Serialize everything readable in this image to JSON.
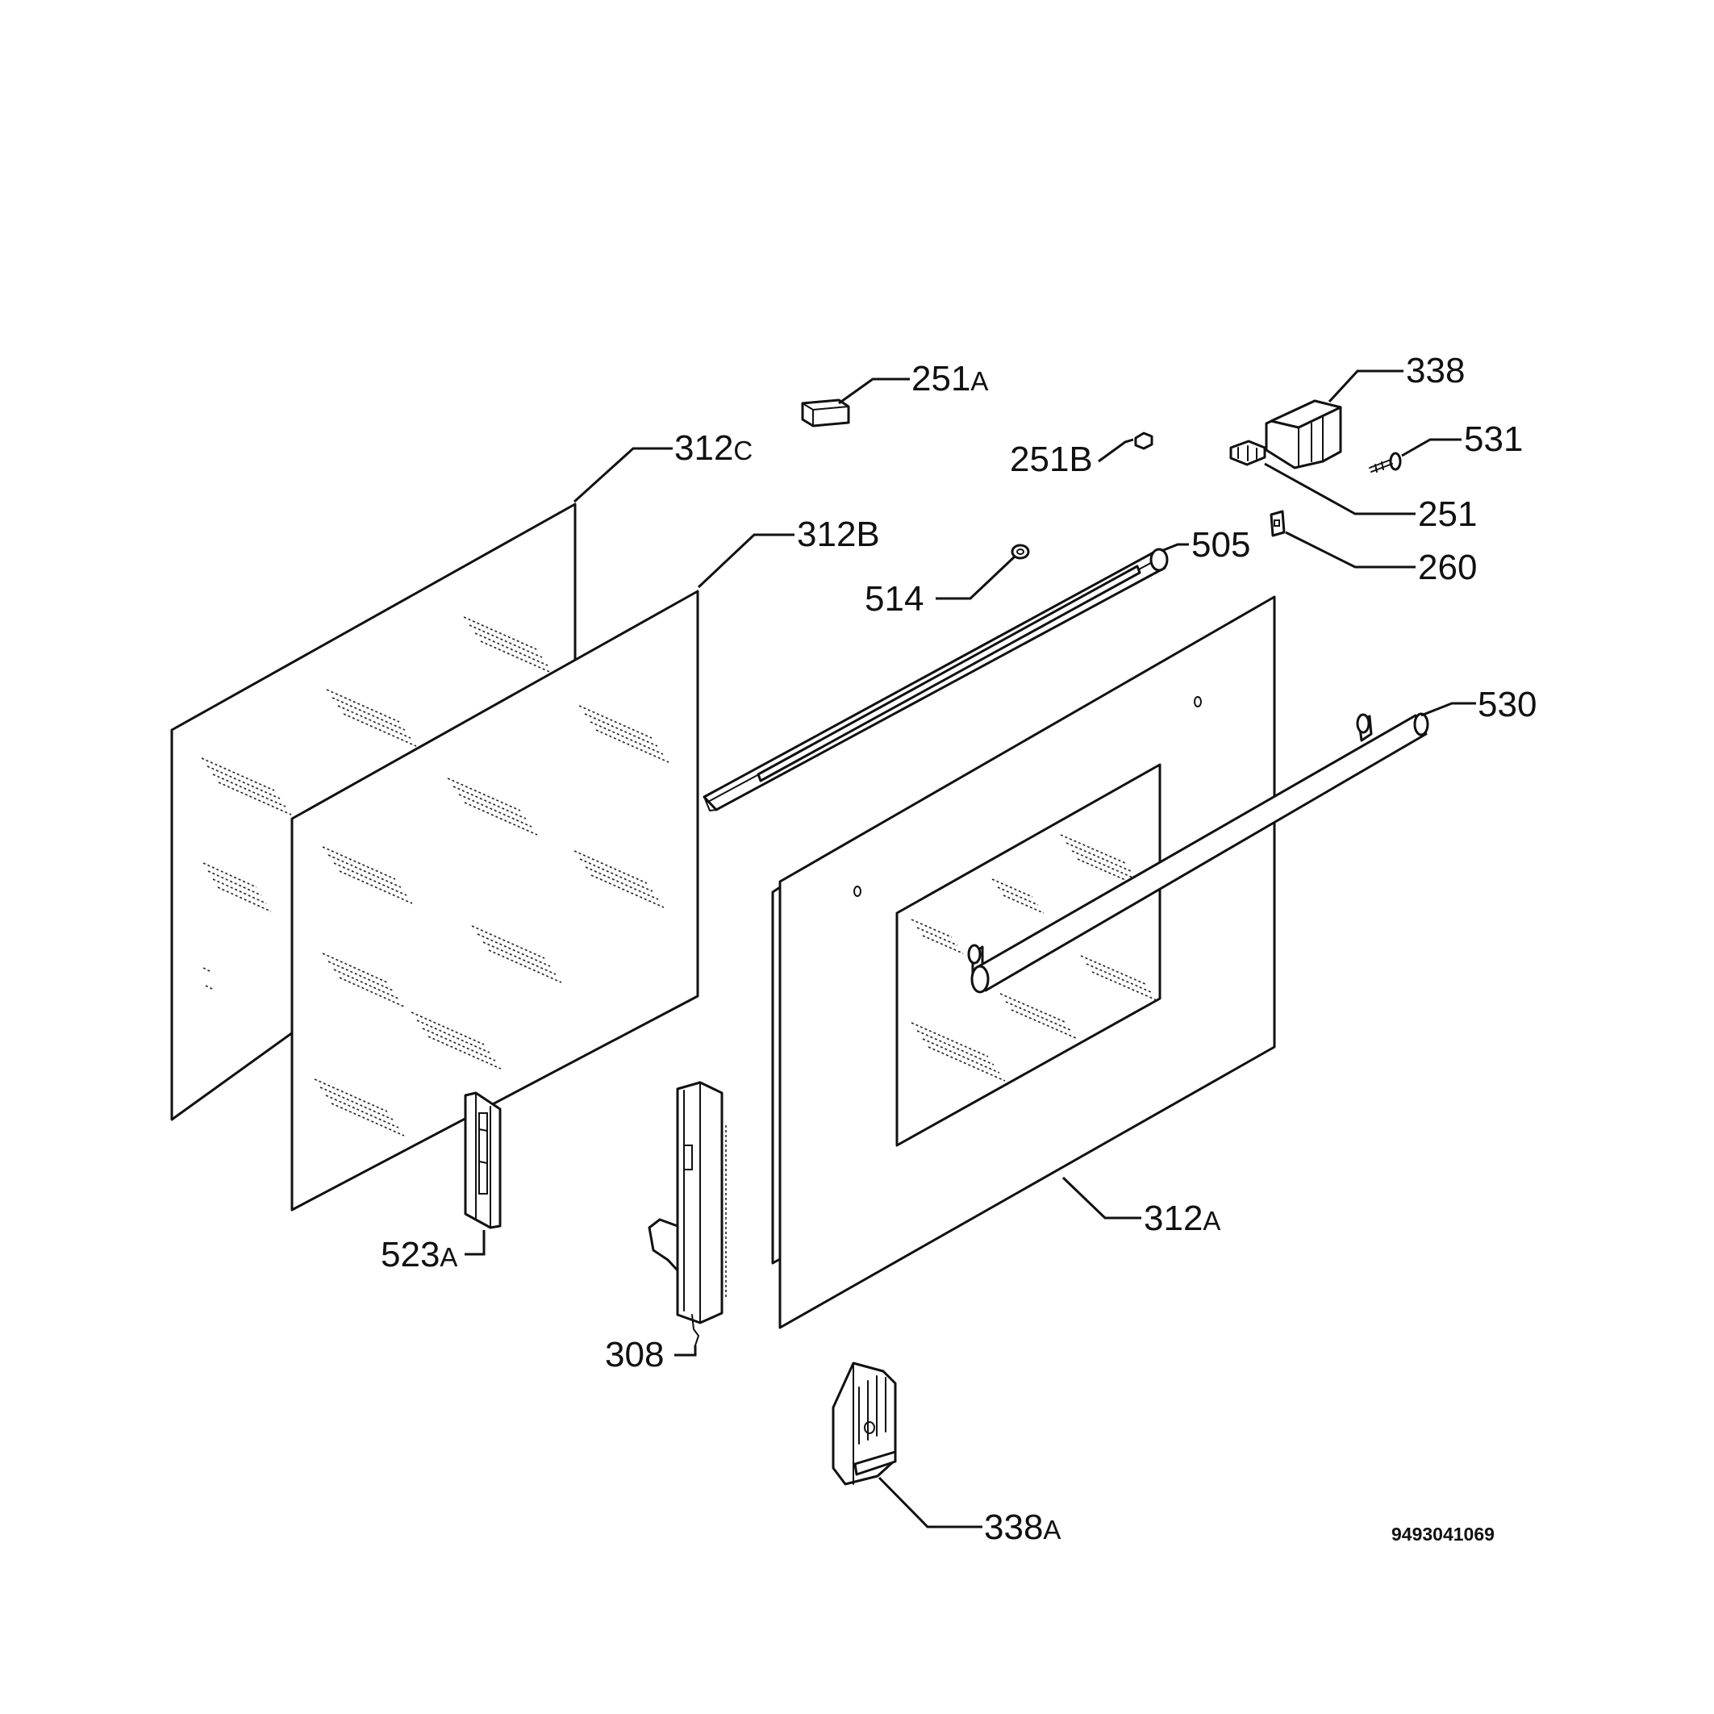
{
  "labels": {
    "p251a": {
      "num": "251",
      "suffix": "A"
    },
    "p338": {
      "num": "338",
      "suffix": ""
    },
    "p531": {
      "num": "531",
      "suffix": ""
    },
    "p312c": {
      "num": "312",
      "suffix": "C"
    },
    "p251b": {
      "num": "251B",
      "suffix": ""
    },
    "p251": {
      "num": "251",
      "suffix": ""
    },
    "p312b": {
      "num": "312B",
      "suffix": ""
    },
    "p505": {
      "num": "505",
      "suffix": ""
    },
    "p260": {
      "num": "260",
      "suffix": ""
    },
    "p514": {
      "num": "514",
      "suffix": ""
    },
    "p530": {
      "num": "530",
      "suffix": ""
    },
    "p312a": {
      "num": "312",
      "suffix": "A"
    },
    "p523a": {
      "num": "523",
      "suffix": "A"
    },
    "p308": {
      "num": "308",
      "suffix": ""
    },
    "p338a": {
      "num": "338",
      "suffix": "A"
    }
  },
  "drawing_code": "9493041069"
}
